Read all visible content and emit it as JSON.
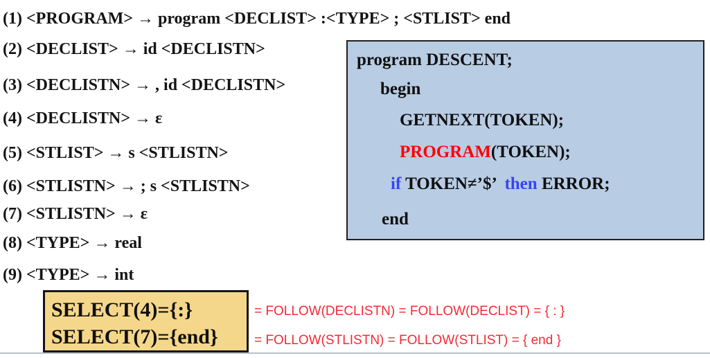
{
  "colors": {
    "code_box_bg": "#b8cce4",
    "select_box_bg": "#f5d78b",
    "keyword_blue": "#3646ee",
    "highlight_red": "#ff0000",
    "follow_red": "#f42a35",
    "divider_gray": "#b6bfc9"
  },
  "productions": [
    "(1) <PROGRAM> → program <DECLIST> :<TYPE> ; <STLIST> end",
    "(2) <DECLIST> → id <DECLISTN>",
    "(3) <DECLISTN> → , id <DECLISTN>",
    "(4) <DECLISTN> → ε",
    "(5) <STLIST> → s <STLISTN>",
    "(6) <STLISTN> → ; s <STLISTN>",
    "(7) <STLISTN> → ε",
    "(8) <TYPE> → real",
    "(9) <TYPE> → int"
  ],
  "code": {
    "line1": "program DESCENT;",
    "line2": "begin",
    "line3": "GETNEXT(TOKEN);",
    "line4_keyword": "PROGRAM",
    "line4_rest": "(TOKEN);",
    "line5_if": "if",
    "line5_cond": " TOKEN≠’$’  ",
    "line5_then": "then",
    "line5_rest": " ERROR;",
    "line6": "end"
  },
  "select_box": {
    "line1": "SELECT(4)={:}",
    "line2": "SELECT(7)={end}"
  },
  "follow": {
    "line1": "= FOLLOW(DECLISTN) = FOLLOW(DECLIST) = { : }",
    "line2": "= FOLLOW(STLISTN) = FOLLOW(STLIST) = { end }"
  }
}
